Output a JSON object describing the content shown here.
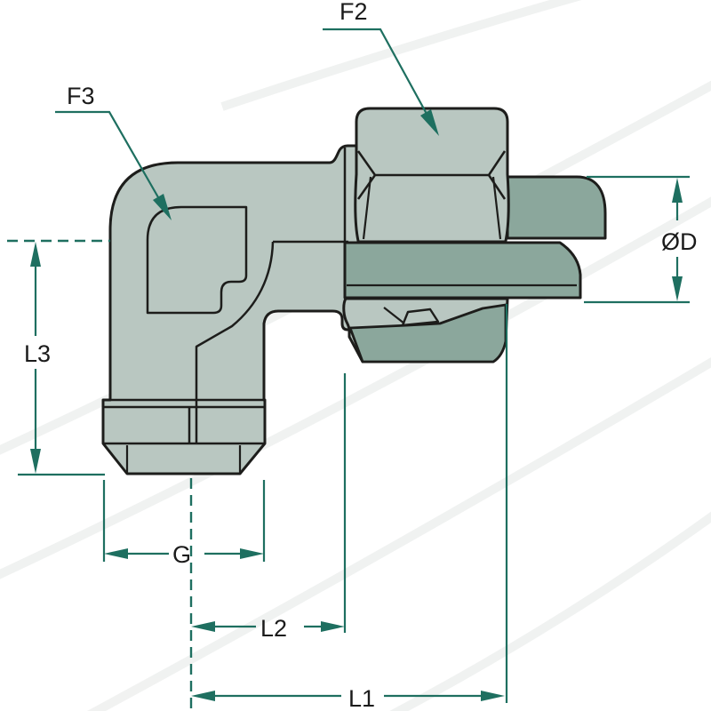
{
  "drawing": {
    "type": "technical-drawing",
    "subject": "90-degree elbow compression fitting, sectional side view",
    "labels": {
      "f2": "F2",
      "f3": "F3",
      "diameter": "ØD",
      "l3": "L3",
      "g": "G",
      "l2": "L2",
      "l1": "L1"
    }
  },
  "colors": {
    "body": "#b9c7c1",
    "tube": "#8ba79c",
    "outline": "#1d1d1b",
    "dim": "#1e6f60",
    "label": "#1b1b1b",
    "bg": "#ffffff",
    "watermark": "#eff1f0"
  }
}
